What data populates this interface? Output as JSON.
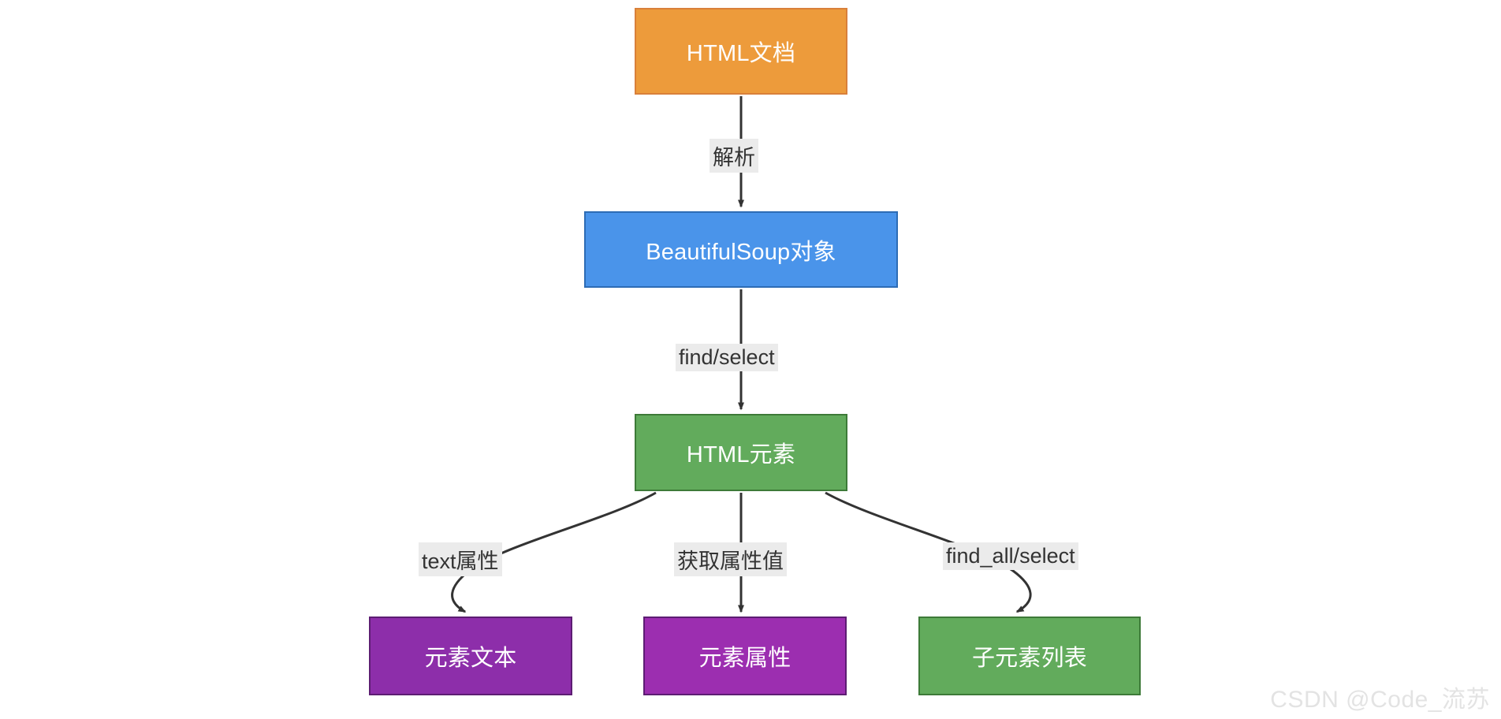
{
  "diagram": {
    "type": "flowchart",
    "direction": "top-down",
    "background_color": "#ffffff",
    "nodes": [
      {
        "id": "html-doc",
        "label": "HTML文档",
        "fill": "#ed9b3b",
        "stroke": "#d9803a",
        "text_color": "#ffffff"
      },
      {
        "id": "soup",
        "label": "BeautifulSoup对象",
        "fill": "#4a94ea",
        "stroke": "#2d6cb5",
        "text_color": "#ffffff"
      },
      {
        "id": "element",
        "label": "HTML元素",
        "fill": "#62ab5c",
        "stroke": "#3d7a38",
        "text_color": "#ffffff"
      },
      {
        "id": "element-text",
        "label": "元素文本",
        "fill": "#8d2eaa",
        "stroke": "#5d1d73",
        "text_color": "#ffffff"
      },
      {
        "id": "element-attr",
        "label": "元素属性",
        "fill": "#9c2eb0",
        "stroke": "#5d1d73",
        "text_color": "#ffffff"
      },
      {
        "id": "children-list",
        "label": "子元素列表",
        "fill": "#62ab5c",
        "stroke": "#3d7a38",
        "text_color": "#ffffff"
      }
    ],
    "edges": [
      {
        "id": "e1",
        "from": "html-doc",
        "to": "soup",
        "label": "解析"
      },
      {
        "id": "e2",
        "from": "soup",
        "to": "element",
        "label": "find/select"
      },
      {
        "id": "e3",
        "from": "element",
        "to": "element-text",
        "label": "text属性"
      },
      {
        "id": "e4",
        "from": "element",
        "to": "element-attr",
        "label": "获取属性值"
      },
      {
        "id": "e5",
        "from": "element",
        "to": "children-list",
        "label": "find_all/select"
      }
    ],
    "edge_style": {
      "line_color": "#333333",
      "label_background": "#ebebeb",
      "label_text_color": "#333333"
    }
  },
  "watermark": {
    "text": "CSDN @Code_流苏",
    "color": "#e3e3e3"
  }
}
